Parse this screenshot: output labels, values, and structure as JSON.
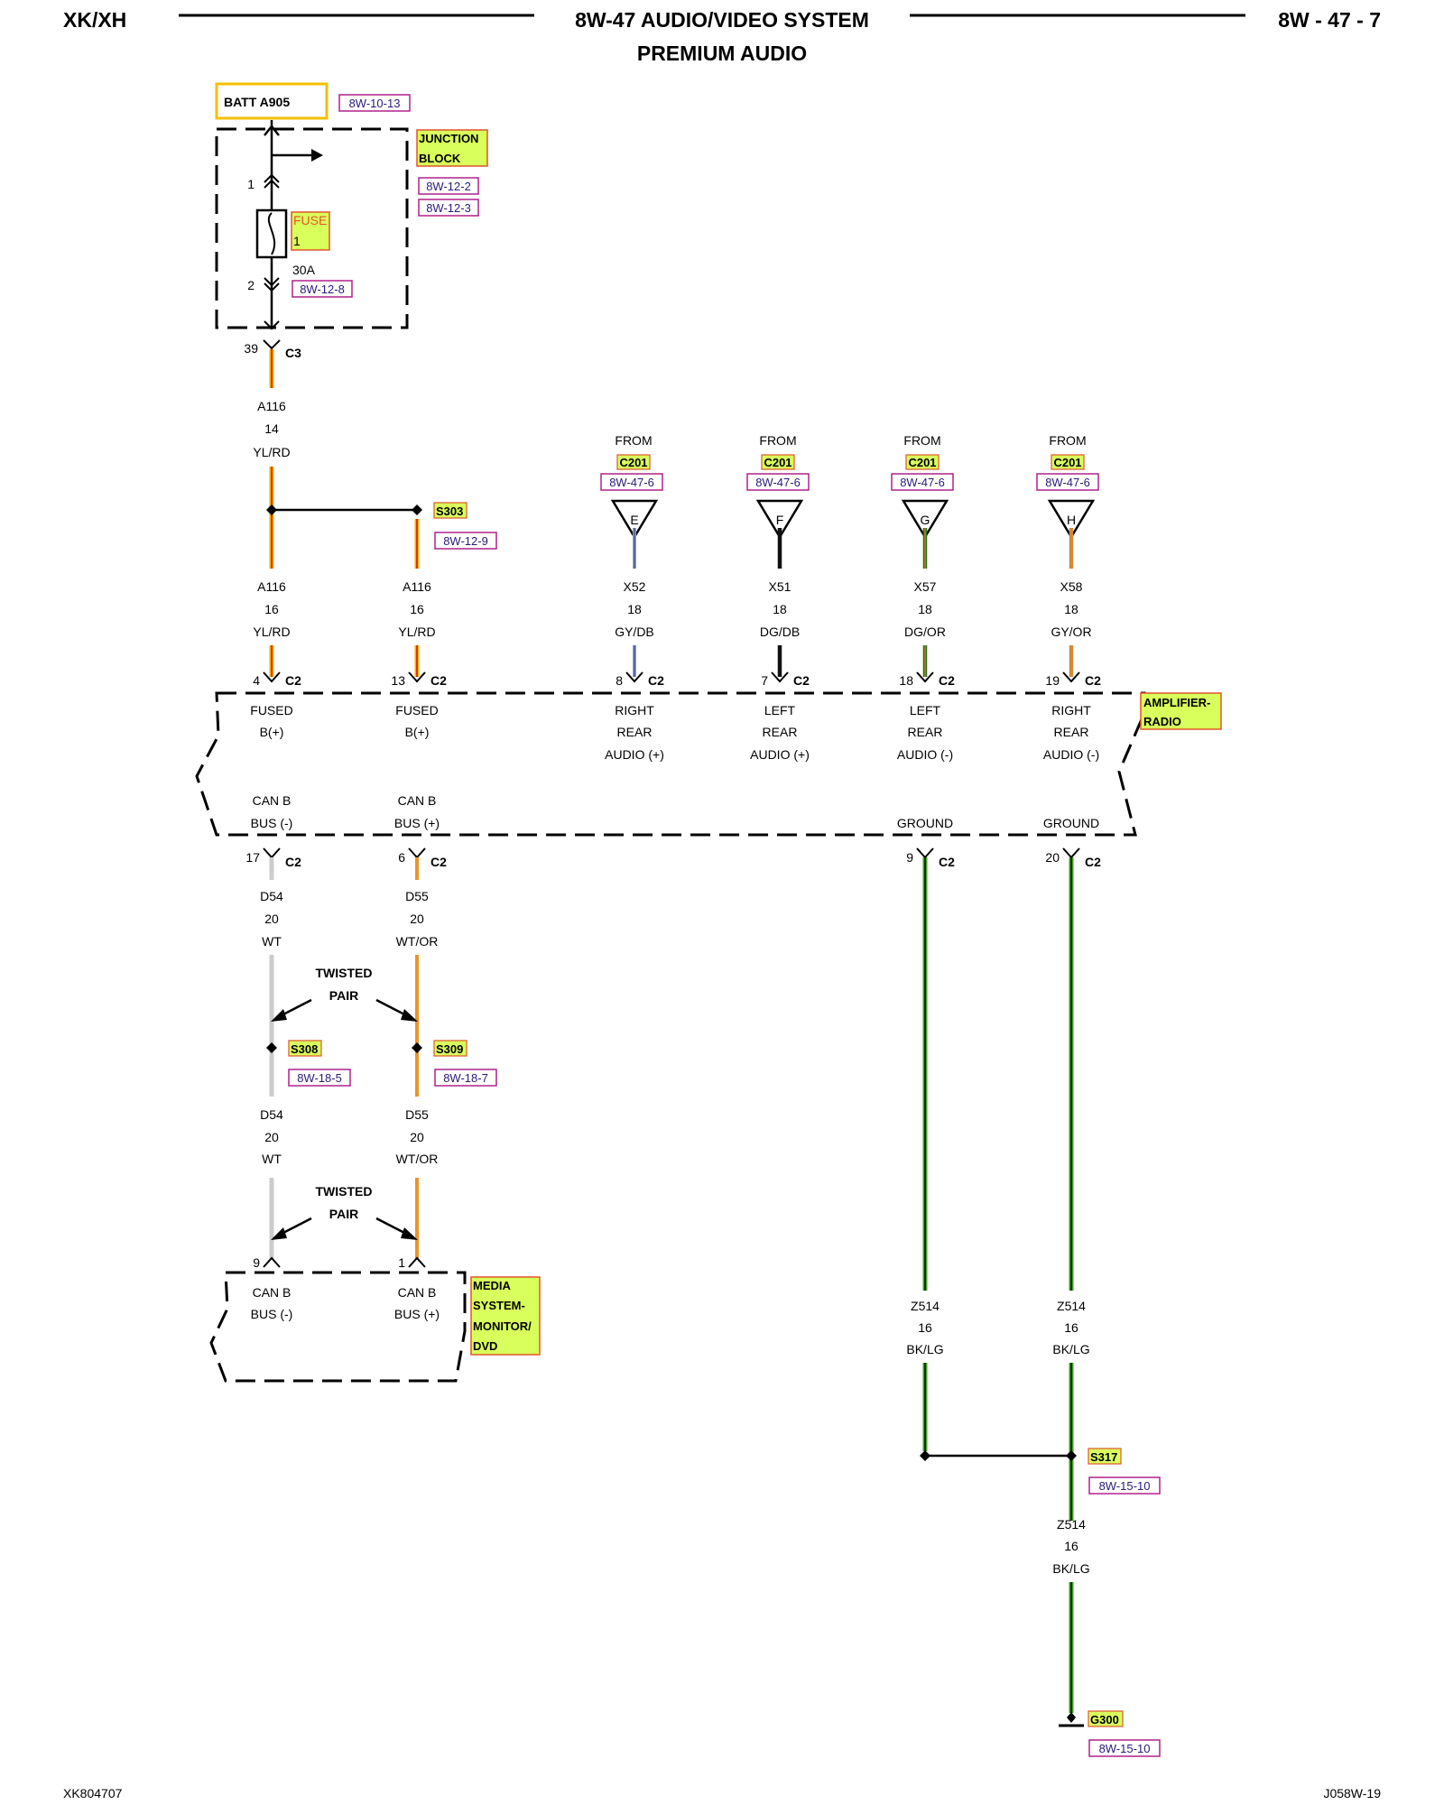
{
  "header": {
    "left": "XK/XH",
    "title": "8W-47 AUDIO/VIDEO SYSTEM",
    "subtitle": "PREMIUM AUDIO",
    "page": "8W - 47 - 7"
  },
  "footer": {
    "left": "XK804707",
    "right": "J058W-19"
  },
  "source": {
    "name": "BATT A905",
    "ref": "8W-10-13"
  },
  "junction_block": {
    "label1": "JUNCTION",
    "label2": "BLOCK",
    "ref1": "8W-12-2",
    "ref2": "8W-12-3",
    "pin_in": "1",
    "pin_out": "2",
    "fuse_label1": "FUSE",
    "fuse_label2": "1",
    "rating": "30A",
    "fuse_ref": "8W-12-8"
  },
  "c3": {
    "pin": "39",
    "conn": "C3"
  },
  "wires": {
    "a116_main": {
      "circuit": "A116",
      "gauge": "14",
      "color": "YL/RD"
    },
    "a116_b1": {
      "circuit": "A116",
      "gauge": "16",
      "color": "YL/RD"
    },
    "a116_b2": {
      "circuit": "A116",
      "gauge": "16",
      "color": "YL/RD"
    },
    "x52": {
      "circuit": "X52",
      "gauge": "18",
      "color": "GY/DB"
    },
    "x51": {
      "circuit": "X51",
      "gauge": "18",
      "color": "DG/DB"
    },
    "x57": {
      "circuit": "X57",
      "gauge": "18",
      "color": "DG/OR"
    },
    "x58": {
      "circuit": "X58",
      "gauge": "18",
      "color": "GY/OR"
    },
    "d54_a": {
      "circuit": "D54",
      "gauge": "20",
      "color": "WT"
    },
    "d55_a": {
      "circuit": "D55",
      "gauge": "20",
      "color": "WT/OR"
    },
    "d54_b": {
      "circuit": "D54",
      "gauge": "20",
      "color": "WT"
    },
    "d55_b": {
      "circuit": "D55",
      "gauge": "20",
      "color": "WT/OR"
    },
    "z514_a": {
      "circuit": "Z514",
      "gauge": "16",
      "color": "BK/LG"
    },
    "z514_b": {
      "circuit": "Z514",
      "gauge": "16",
      "color": "BK/LG"
    },
    "z514_c": {
      "circuit": "Z514",
      "gauge": "16",
      "color": "BK/LG"
    }
  },
  "splices": {
    "s303": {
      "name": "S303",
      "ref": "8W-12-9"
    },
    "s308": {
      "name": "S308",
      "ref": "8W-18-5"
    },
    "s309": {
      "name": "S309",
      "ref": "8W-18-7"
    },
    "s317": {
      "name": "S317",
      "ref": "8W-15-10"
    }
  },
  "ground": {
    "name": "G300",
    "ref": "8W-15-10"
  },
  "from_connectors": [
    {
      "from": "FROM",
      "conn": "C201",
      "ref": "8W-47-6",
      "pin": "E"
    },
    {
      "from": "FROM",
      "conn": "C201",
      "ref": "8W-47-6",
      "pin": "F"
    },
    {
      "from": "FROM",
      "conn": "C201",
      "ref": "8W-47-6",
      "pin": "G"
    },
    {
      "from": "FROM",
      "conn": "C201",
      "ref": "8W-47-6",
      "pin": "H"
    }
  ],
  "amp_pins": {
    "p4": "4",
    "p13": "13",
    "p8": "8",
    "p7": "7",
    "p18": "18",
    "p19": "19",
    "p17": "17",
    "p6": "6",
    "p9": "9",
    "p20": "20",
    "conn": "C2"
  },
  "amplifier": {
    "name1": "AMPLIFIER-",
    "name2": "RADIO",
    "fused": "FUSED",
    "bplus": "B(+)",
    "right": "RIGHT",
    "left": "LEFT",
    "rear": "REAR",
    "audio_pos": "AUDIO (+)",
    "audio_neg": "AUDIO (-)",
    "canb": "CAN B",
    "bus_neg": "BUS (-)",
    "bus_pos": "BUS (+)",
    "ground": "GROUND"
  },
  "twisted": {
    "l1": "TWISTED",
    "l2": "PAIR"
  },
  "media": {
    "name1": "MEDIA",
    "name2": "SYSTEM-",
    "name3": "MONITOR/",
    "name4": "DVD",
    "pin9": "9",
    "pin1": "1",
    "canb": "CAN B",
    "bus_neg": "BUS (-)",
    "bus_pos": "BUS (+)"
  },
  "colors": {
    "yl_rd_outer": "#f5b400",
    "yl_rd_inner": "#d9281a",
    "gy_db": "#8fa3c8",
    "dg_db": "#111111",
    "dg_or": "#2e6b1f",
    "gy_or": "#d3893a",
    "wt": "#cccccc",
    "wt_or": "#e9952b",
    "bk_lg": "#3aa51a",
    "label_bg": "#d9ff5c",
    "label_border": "#e0552a",
    "ref_border": "#b0208c",
    "batt_border": "#f3c000"
  }
}
